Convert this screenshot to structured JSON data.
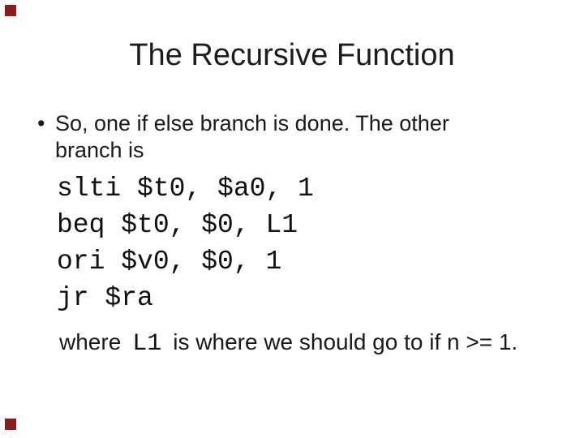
{
  "slide": {
    "title": "The Recursive Function",
    "bullet": {
      "marker": "•",
      "lines": [
        "So, one if else branch is done. The other",
        "branch is"
      ]
    },
    "code_lines": [
      "slti $t0, $a0, 1",
      "beq $t0, $0, L1",
      "ori $v0, $0, 1",
      "jr $ra"
    ],
    "footer": {
      "prefix": "where",
      "code_label": "L1",
      "suffix": "is where we should go to if n >= 1."
    },
    "colors": {
      "background": "#ffffff",
      "text": "#1a1a1a",
      "accent_square": "#8e1c1c"
    }
  }
}
